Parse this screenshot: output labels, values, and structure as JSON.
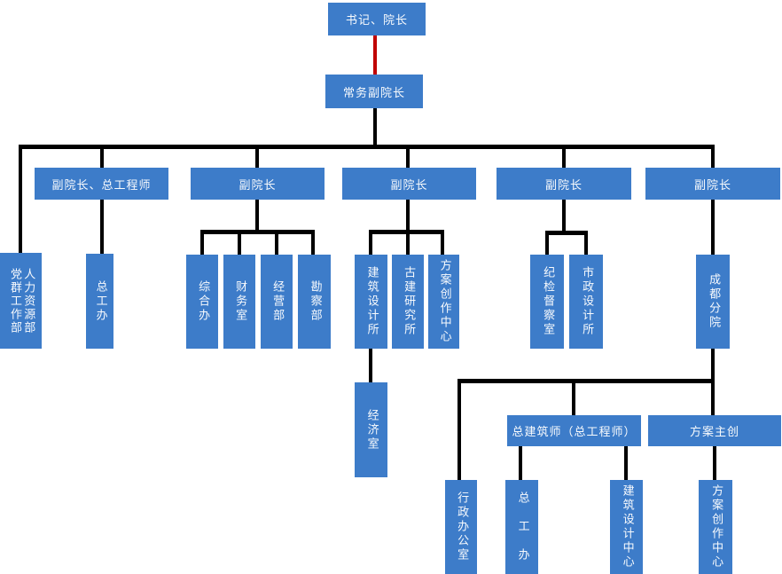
{
  "diagram_type": "organization-chart",
  "colors": {
    "node_fill": "#3D7CC9",
    "node_text": "#FFFFFF",
    "connector": "#000000",
    "root_connector": "#C00000",
    "background": "#FFFFFF"
  },
  "nodes": {
    "shuji": "书记、院长",
    "changwu": "常务副院长",
    "v1": "副院长、总工程师",
    "v2": "副院长",
    "v3": "副院长",
    "v4": "副院长",
    "v5": "副院长",
    "dangqun": "党群工作部",
    "renli": "人力资源部",
    "zonggongban_left": "总工办",
    "zonghe": "综合办",
    "caiwu": "财务室",
    "jingying": "经营部",
    "kancha": "勘察部",
    "jianzhushejisuo": "建筑设计所",
    "gujian": "古建研究所",
    "fanganchuangzuo1": "方案创作中心",
    "jijian": "纪检督察室",
    "shizheng": "市政设计所",
    "chengdu": "成都分院",
    "jingji": "经济室",
    "zongjianzhushi": "总建筑师（总工程师）",
    "fanganzhuchuang": "方案主创",
    "xingzheng": "行政办公室",
    "zonggongban_bottom": "总　工　办",
    "jianzhushejizhongxin": "建筑设计中心",
    "fanganchuangzuo2": "方案创作中心"
  },
  "hierarchy": {
    "label": "书记、院长",
    "children": [
      {
        "label": "常务副院长",
        "link_color": "#C00000",
        "children": [
          {
            "label": "党群工作部"
          },
          {
            "label": "人力资源部"
          },
          {
            "label": "副院长、总工程师",
            "children": [
              {
                "label": "总工办"
              }
            ]
          },
          {
            "label": "副院长",
            "children": [
              {
                "label": "综合办"
              },
              {
                "label": "财务室"
              },
              {
                "label": "经营部"
              },
              {
                "label": "勘察部"
              }
            ]
          },
          {
            "label": "副院长",
            "children": [
              {
                "label": "建筑设计所",
                "children": [
                  {
                    "label": "经济室"
                  }
                ]
              },
              {
                "label": "古建研究所"
              },
              {
                "label": "方案创作中心"
              }
            ]
          },
          {
            "label": "副院长",
            "children": [
              {
                "label": "纪检督察室"
              },
              {
                "label": "市政设计所"
              }
            ]
          },
          {
            "label": "副院长",
            "children": [
              {
                "label": "成都分院",
                "children": [
                  {
                    "label": "行政办公室"
                  },
                  {
                    "label": "总建筑师（总工程师）",
                    "children": [
                      {
                        "label": "总工办"
                      },
                      {
                        "label": "建筑设计中心"
                      }
                    ]
                  },
                  {
                    "label": "方案主创",
                    "children": [
                      {
                        "label": "方案创作中心"
                      }
                    ]
                  }
                ]
              }
            ]
          }
        ]
      }
    ]
  }
}
